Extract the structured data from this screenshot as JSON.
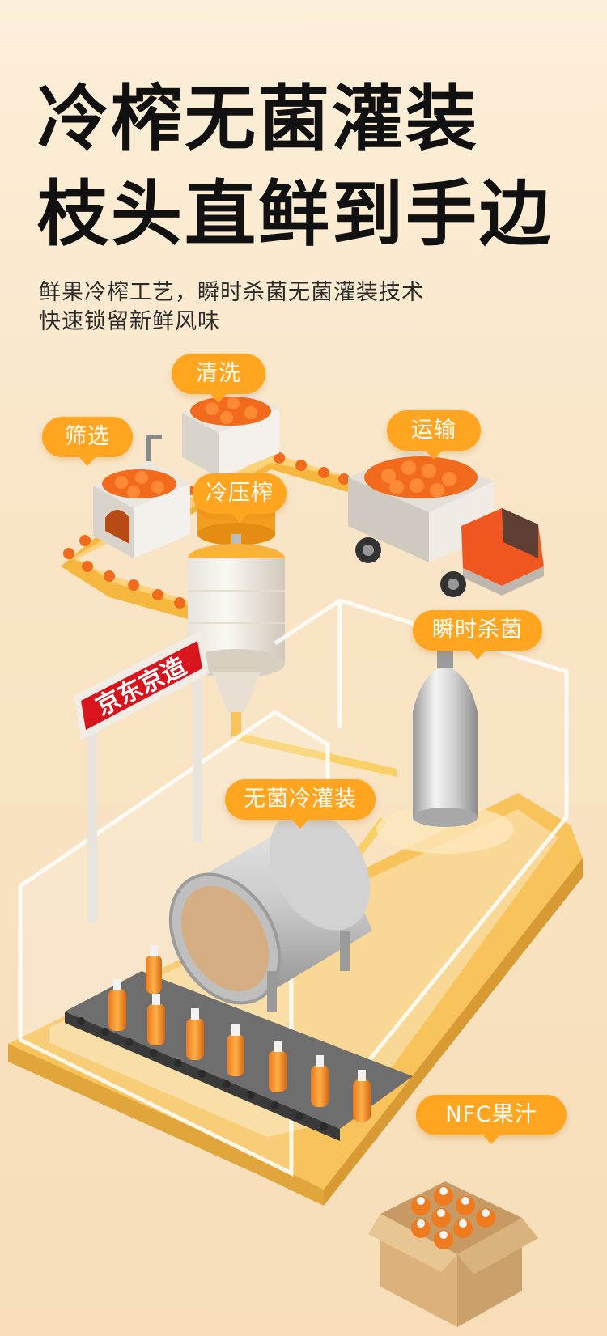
{
  "headline": {
    "line1": "冷榨无菌灌装",
    "line2": "枝头直鲜到手边"
  },
  "subtitle": {
    "line1": "鲜果冷榨工艺，瞬时杀菌无菌灌装技术",
    "line2": "快速锁留新鲜风味"
  },
  "callouts": {
    "wash": "清洗",
    "screen": "筛选",
    "transport": "运输",
    "cold_press": "冷压榨",
    "sterilize": "瞬时杀菌",
    "aseptic_fill": "无菌冷灌装",
    "product": "NFC果汁"
  },
  "signboard": {
    "text": "京东京造"
  },
  "colors": {
    "background": "#fbe9cc",
    "accent": "#ffa51f",
    "orange_fruit": "#f26a1b",
    "belt_yellow": "#f7c35a",
    "sign_red": "#d8141c",
    "truck_cab": "#f0561f"
  },
  "icons": {
    "product_box": "juice-bottle-carton-icon"
  }
}
